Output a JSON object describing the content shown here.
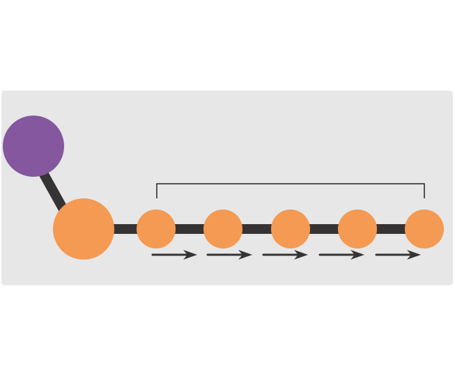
{
  "colors": {
    "panel": "#e7e7e7",
    "head_node": "#85579f",
    "chain_node": "#f59a52",
    "bond": "#363334",
    "bracket": "#222222"
  },
  "diagram": {
    "head_nodes": 1,
    "anchor_nodes": 1,
    "repeat_nodes": 5,
    "arrows": 5
  }
}
